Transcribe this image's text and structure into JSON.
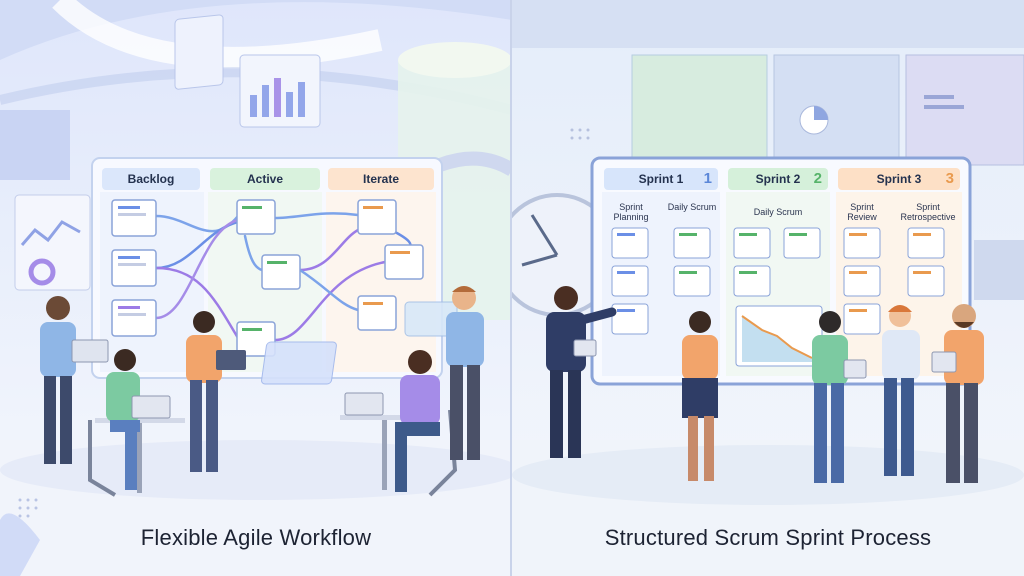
{
  "left_panel": {
    "columns": [
      {
        "label": "Backlog",
        "color": "#dbe7fb"
      },
      {
        "label": "Active",
        "color": "#d9f2dd"
      },
      {
        "label": "Iterate",
        "color": "#fde4cf"
      }
    ],
    "caption": "Flexible Agile Workflow"
  },
  "right_panel": {
    "sprints": [
      {
        "label": "Sprint 1",
        "number": "1",
        "color": "#d7e5fb",
        "number_color": "#5b87d8"
      },
      {
        "label": "Sprint 2",
        "number": "2",
        "color": "#d5f0da",
        "number_color": "#56b36a"
      },
      {
        "label": "Sprint 3",
        "number": "3",
        "color": "#fde0c6",
        "number_color": "#e99a4e"
      }
    ],
    "sub_labels": [
      "Sprint Planning",
      "Daily Scrum",
      "Daily Scrum",
      "Sprint Review",
      "Sprint Retrospective"
    ],
    "caption": "Structured Scrum Sprint Process"
  },
  "colors": {
    "accent_blue": "#6b8fe6",
    "accent_purple": "#9c7be6",
    "accent_green": "#56b36a",
    "accent_orange": "#e99a4e"
  }
}
